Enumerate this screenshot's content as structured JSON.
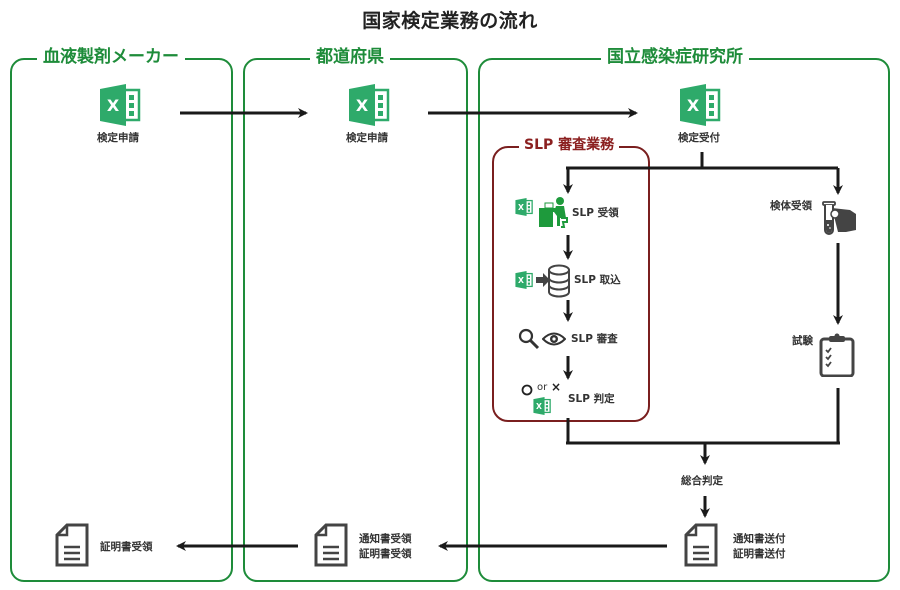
{
  "title": "国家検定業務の流れ",
  "colors": {
    "panel_border": "#1e8c3a",
    "slp_border": "#7a1f1f",
    "excel_green": "#2eaa6a",
    "arrow": "#1a1a1a",
    "icon_gray": "#444444"
  },
  "panels": [
    {
      "title": "血液製剤メーカー",
      "items": {
        "excel_label": "検定申請",
        "doc_label": "証明書受領"
      }
    },
    {
      "title": "都道府県",
      "items": {
        "excel_label": "検定申請",
        "doc_label_line1": "通知書受領",
        "doc_label_line2": "証明書受領"
      }
    },
    {
      "title": "国立感染症研究所",
      "items": {
        "excel_label": "検定受付",
        "specimen_label": "検体受領",
        "test_label": "試験",
        "overall_label": "総合判定",
        "doc_label_line1": "通知書送付",
        "doc_label_line2": "証明書送付"
      }
    }
  ],
  "slp": {
    "title": "SLP 審査業務",
    "steps": [
      {
        "label": "SLP 受領",
        "icon": "excel-and-person-at-desk-icon"
      },
      {
        "label": "SLP 取込",
        "icon": "excel-into-database-icon"
      },
      {
        "label": "SLP 審査",
        "icon": "magnifier-and-eye-icon"
      },
      {
        "label": "SLP 判定",
        "icon": "circle-or-cross-excel-icon"
      }
    ],
    "judgement_text": {
      "or": "or",
      "cross": "×"
    }
  }
}
